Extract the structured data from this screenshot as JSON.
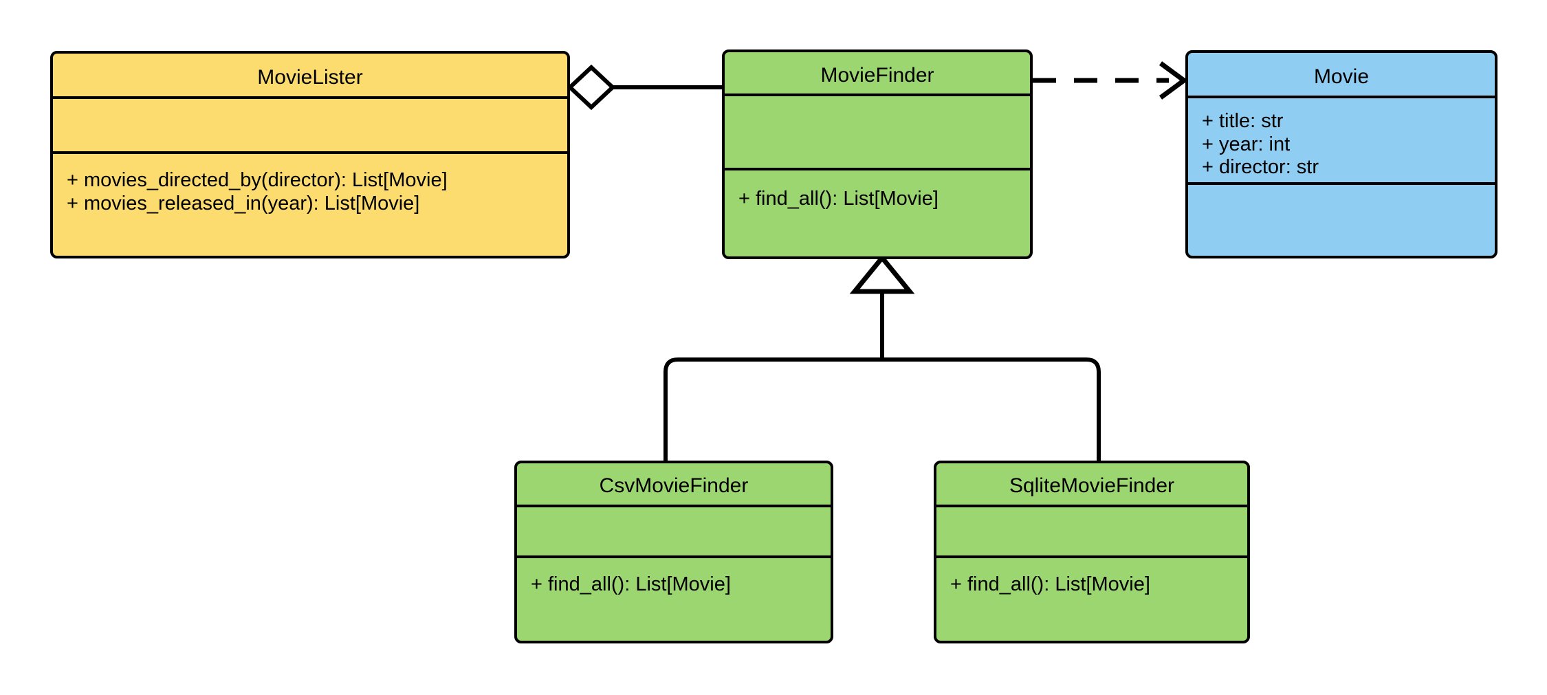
{
  "diagram": {
    "kind": "uml-class-diagram",
    "background": "#ffffff",
    "colors": {
      "client": "#FCDC6E",
      "interface": "#9CD670",
      "entity": "#8FCDF2",
      "stroke": "#000000"
    }
  },
  "classes": {
    "movielister": {
      "name": "MovieLister",
      "color": "#FCDC6E",
      "attributes": [],
      "operations": [
        "+ movies_directed_by(director): List[Movie]",
        "+ movies_released_in(year): List[Movie]"
      ]
    },
    "moviefinder": {
      "name": "MovieFinder",
      "color": "#9CD670",
      "attributes": [],
      "operations": [
        "+ find_all(): List[Movie]"
      ]
    },
    "movie": {
      "name": "Movie",
      "color": "#8FCDF2",
      "attributes": [
        "+ title: str",
        "+ year: int",
        "+ director: str"
      ],
      "operations": []
    },
    "csvmoviefinder": {
      "name": "CsvMovieFinder",
      "color": "#9CD670",
      "attributes": [],
      "operations": [
        "+ find_all(): List[Movie]"
      ]
    },
    "sqlitemoviefinder": {
      "name": "SqliteMovieFinder",
      "color": "#9CD670",
      "attributes": [],
      "operations": [
        "+ find_all(): List[Movie]"
      ]
    }
  },
  "relationships": [
    {
      "id": "aggregation-movielister-moviefinder",
      "type": "aggregation",
      "source": "MovieLister",
      "target": "MovieFinder",
      "marker": "hollow-diamond",
      "line": "solid"
    },
    {
      "id": "dependency-moviefinder-movie",
      "type": "dependency",
      "source": "MovieFinder",
      "target": "Movie",
      "marker": "open-arrow",
      "line": "dashed"
    },
    {
      "id": "generalization-csvmoviefinder-moviefinder",
      "type": "generalization",
      "source": "CsvMovieFinder",
      "target": "MovieFinder",
      "marker": "hollow-triangle",
      "line": "solid"
    },
    {
      "id": "generalization-sqlitemoviefinder-moviefinder",
      "type": "generalization",
      "source": "SqliteMovieFinder",
      "target": "MovieFinder",
      "marker": "hollow-triangle",
      "line": "solid"
    }
  ]
}
